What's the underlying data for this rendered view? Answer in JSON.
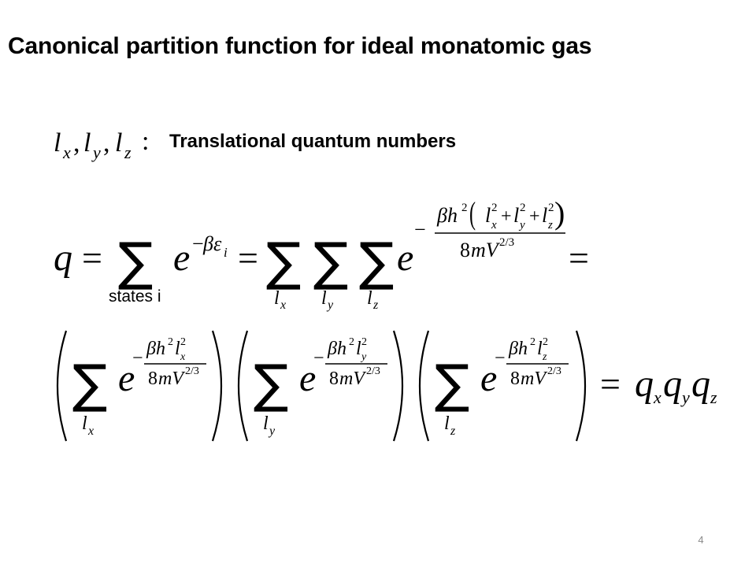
{
  "slide": {
    "title": "Canonical partition function for ideal monatomic gas",
    "quantum_numbers_label": "Translational quantum numbers",
    "page_number": "4"
  },
  "equation": {
    "states_label": "states i"
  }
}
